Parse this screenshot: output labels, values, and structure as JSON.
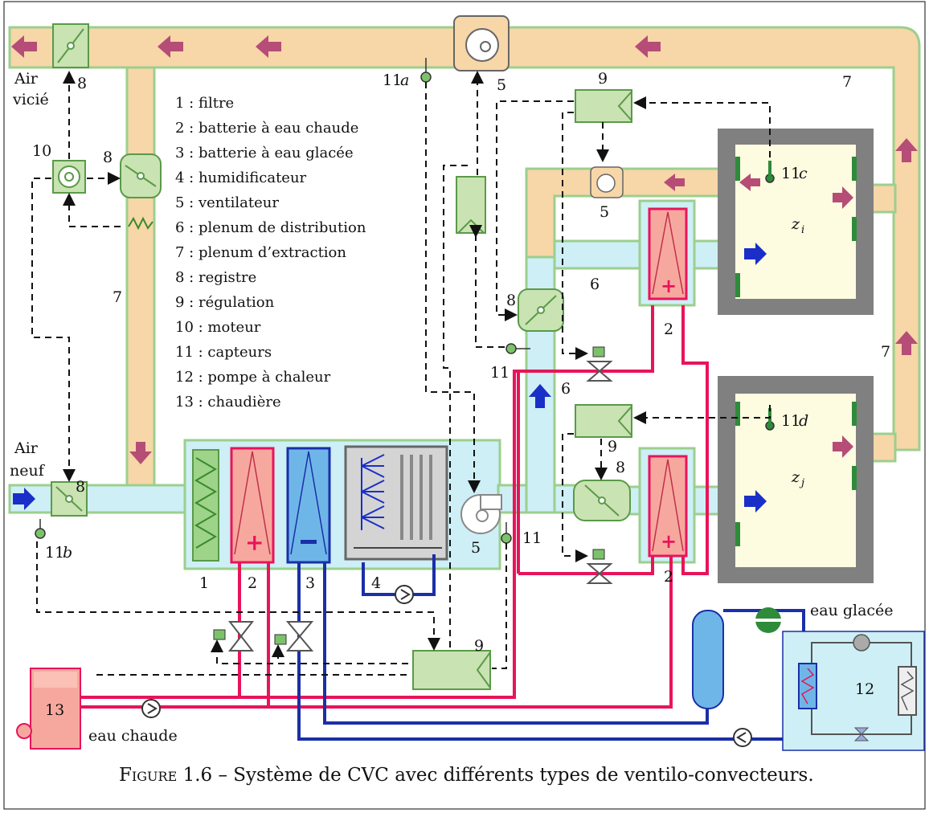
{
  "legend": [
    "1 : filtre",
    "2 : batterie à eau chaude",
    "3 : batterie à eau glacée",
    "4 : humidificateur",
    "5 : ventilateur",
    "6 : plenum de distribution",
    "7 : plenum d’extraction",
    "8 : registre",
    "9 : régulation",
    "10 : moteur",
    "11 : capteurs",
    "12 : pompe à chaleur",
    "13 : chaudière"
  ],
  "labels": {
    "air_vicie_1": "Air",
    "air_vicie_2": "vicié",
    "air_neuf_1": "Air",
    "air_neuf_2": "neuf",
    "eau_chaude": "eau chaude",
    "eau_glacee": "eau glacée",
    "zone_i": "z",
    "zone_i_sub": "i",
    "zone_j": "z",
    "zone_j_sub": "j",
    "sensor_11a": "11",
    "sensor_11a_sub": "a",
    "sensor_11b": "11",
    "sensor_11b_sub": "b",
    "sensor_11c": "11",
    "sensor_11c_sub": "c",
    "sensor_11d": "11",
    "sensor_11d_sub": "d",
    "n1": "1",
    "n2": "2",
    "n3": "3",
    "n4": "4",
    "n5": "5",
    "n6": "6",
    "n7": "7",
    "n8": "8",
    "n9": "9",
    "n10": "10",
    "n11": "11",
    "n12": "12",
    "n13": "13"
  },
  "caption": {
    "prefix": "Figure 1.6",
    "dash": " – ",
    "text": "Système de CVC avec différents types de ventilo-convecteurs."
  },
  "colors": {
    "duct_exhaust": "#f7d6a8",
    "duct_supply": "#cdeff5",
    "duct_edge": "#9ccf8e",
    "hot_water": "#e8145a",
    "chilled_water": "#1a2fa8",
    "control_green": "#c9e3b3",
    "arrow_exhaust": "#b54d77",
    "arrow_supply": "#1a2fc8",
    "wall": "#808080",
    "room": "#fdfbe0"
  }
}
